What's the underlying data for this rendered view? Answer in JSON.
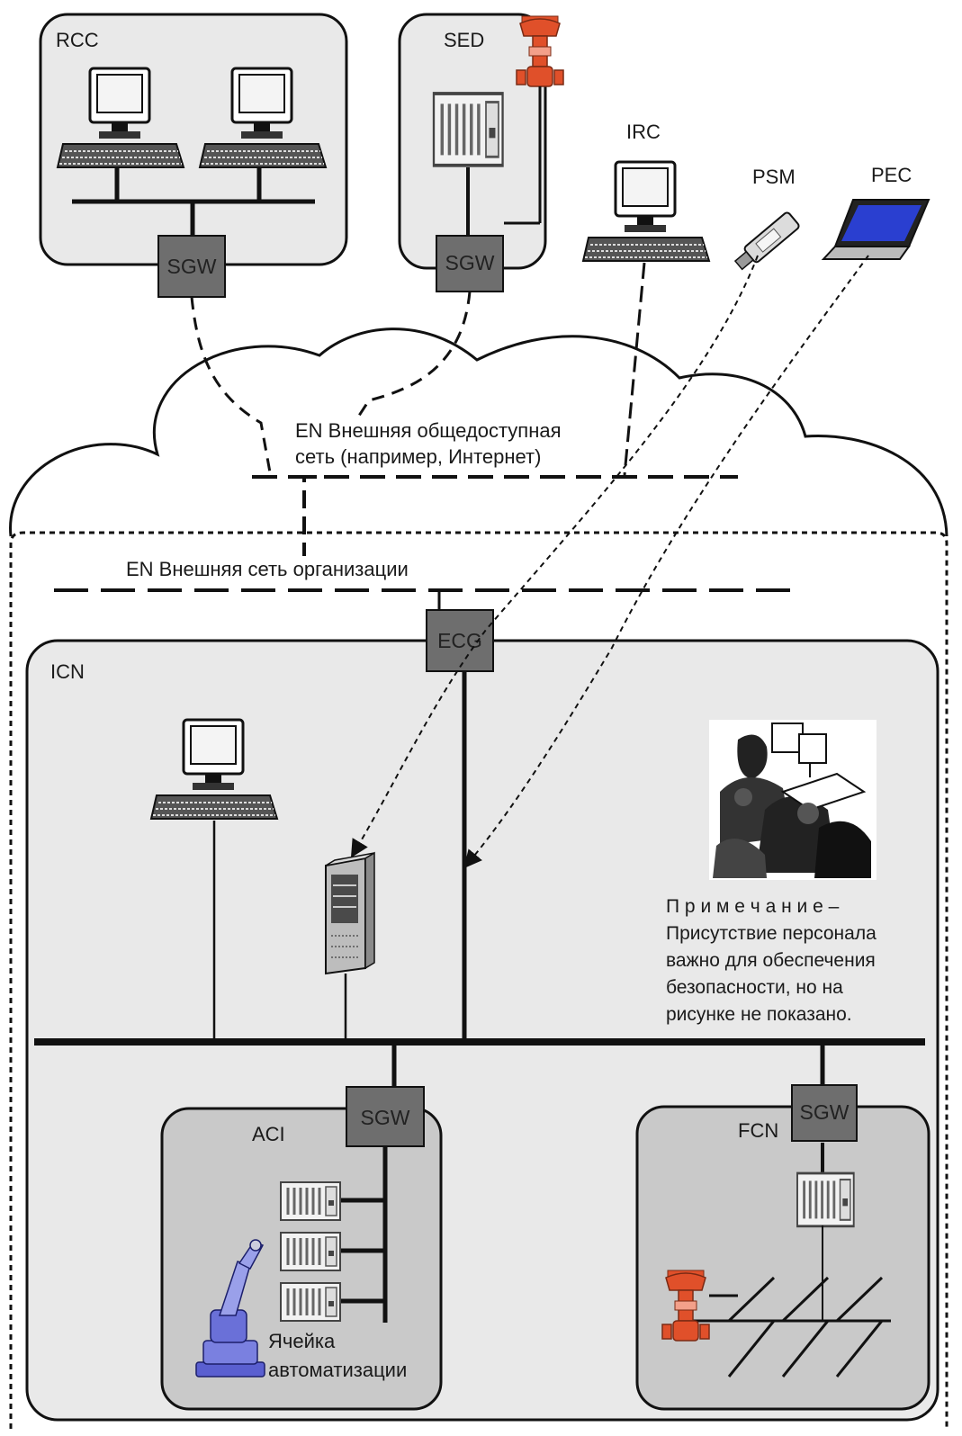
{
  "zones": {
    "rcc": "RCC",
    "sed": "SED",
    "irc": "IRC",
    "psm": "PSM",
    "pec": "PEC",
    "icn": "ICN",
    "aci": "ACI",
    "fcn": "FCN"
  },
  "gateways": {
    "rcc_sgw": "SGW",
    "sed_sgw": "SGW",
    "ecg": "ECG",
    "aci_sgw": "SGW",
    "fcn_sgw": "SGW"
  },
  "networks": {
    "public_line1": "EN  Внешняя общедоступная",
    "public_line2": "сеть (например, Интернет)",
    "enterprise": "EN  Внешняя сеть организации"
  },
  "note": {
    "title": "П р и м е ч а н и е –",
    "line1": "Присутствие персонала",
    "line2": "важно для обеспечения",
    "line3": "безопасности, но на",
    "line4": "рисунке не показано."
  },
  "aci_cell": {
    "line1": "Ячейка",
    "line2": "автоматизации"
  },
  "colors": {
    "gateway": "#6e6e6e",
    "icn_fill": "#e9e9e9",
    "sub_fill": "#c9c9c9",
    "valve": "#e0502a"
  }
}
